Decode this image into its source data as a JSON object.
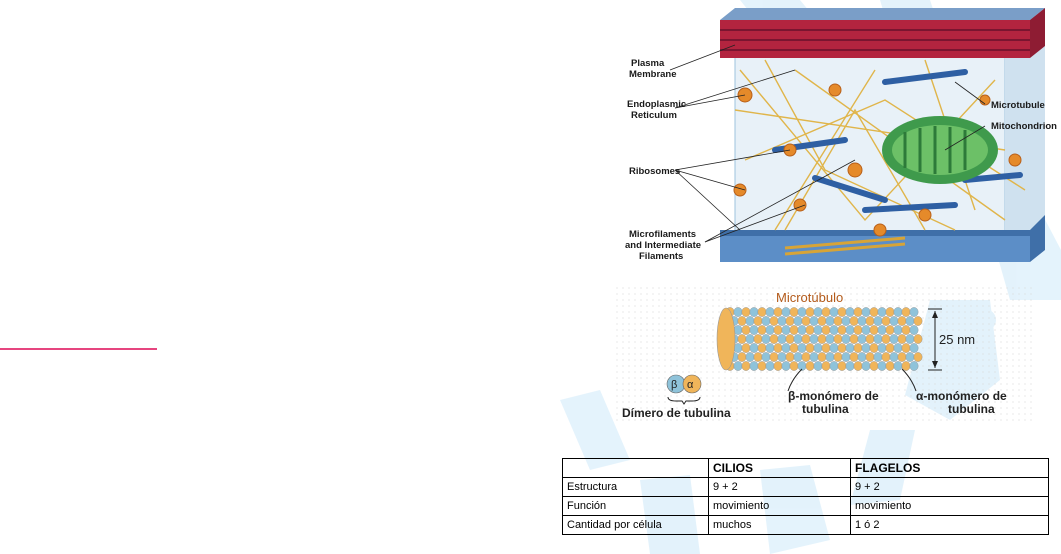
{
  "figure_cytoskeleton": {
    "labels": {
      "plasma": "Plasma",
      "membrane": "Membrane",
      "endoplasmic": "Endoplasmic",
      "reticulum": "Reticulum",
      "ribosomes": "Ribosomes",
      "microfilaments": "Microfilaments",
      "and_intermediate": "and Intermediate",
      "filaments": "Filaments",
      "microtubule": "Microtubule",
      "mitochondrion": "Mitochondrion"
    }
  },
  "figure_microtubule": {
    "title": "Microtúbulo",
    "diameter": "25 nm",
    "beta": "β",
    "alpha": "α",
    "dimer_label": "Dímero de tubulina",
    "beta_mono_1": "β-monómero de",
    "beta_mono_2": "tubulina",
    "alpha_mono_1": "α-monómero de",
    "alpha_mono_2": "tubulina"
  },
  "table": {
    "headers": [
      "",
      "CILIOS",
      "FLAGELOS"
    ],
    "rows": [
      [
        "Estructura",
        "9 + 2",
        "9 + 2"
      ],
      [
        "Función",
        "movimiento",
        "movimiento"
      ],
      [
        "Cantidad por célula",
        "muchos",
        "1 ó 2"
      ]
    ]
  },
  "colors": {
    "accent_line": "#e6457f",
    "watermark": "#2ea3e6",
    "membrane": "#b3243f",
    "tubulin_orange": "#f0b55a",
    "tubulin_blue": "#8fc3da"
  }
}
